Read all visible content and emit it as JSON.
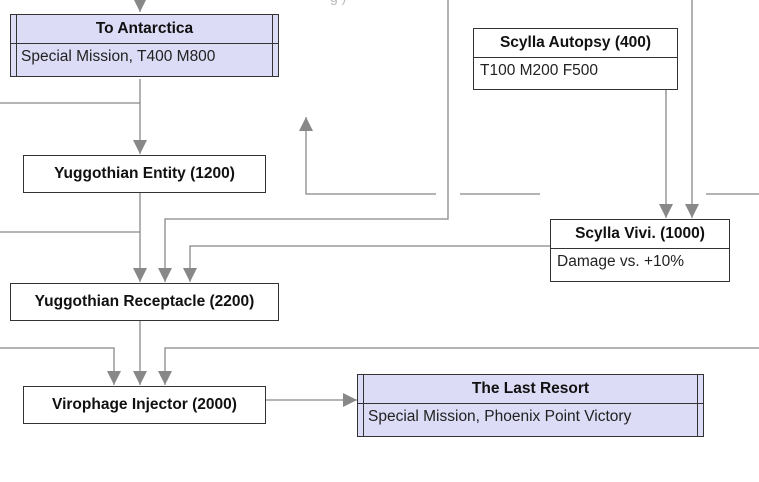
{
  "diagram": {
    "nodes": {
      "to_antarctica": {
        "title": "To Antarctica",
        "detail": "Special Mission, T400 M800",
        "kind": "special-mission"
      },
      "scylla_autopsy": {
        "title": "Scylla Autopsy (400)",
        "detail": "T100 M200 F500",
        "kind": "research"
      },
      "yuggothian_entity": {
        "title": "Yuggothian Entity (1200)",
        "kind": "research"
      },
      "scylla_vivi": {
        "title": "Scylla Vivi. (1000)",
        "detail": "Damage vs. +10%",
        "kind": "research"
      },
      "yuggothian_receptacle": {
        "title": "Yuggothian Receptacle (2200)",
        "kind": "research"
      },
      "virophage_injector": {
        "title": "Virophage Injector (2000)",
        "kind": "research"
      },
      "the_last_resort": {
        "title": "The Last Resort",
        "detail": "Special Mission, Phoenix Point Victory",
        "kind": "special-mission"
      }
    },
    "colors": {
      "mission_fill": "#dcdcf6",
      "node_border": "#333333",
      "edge": "#888888"
    }
  }
}
